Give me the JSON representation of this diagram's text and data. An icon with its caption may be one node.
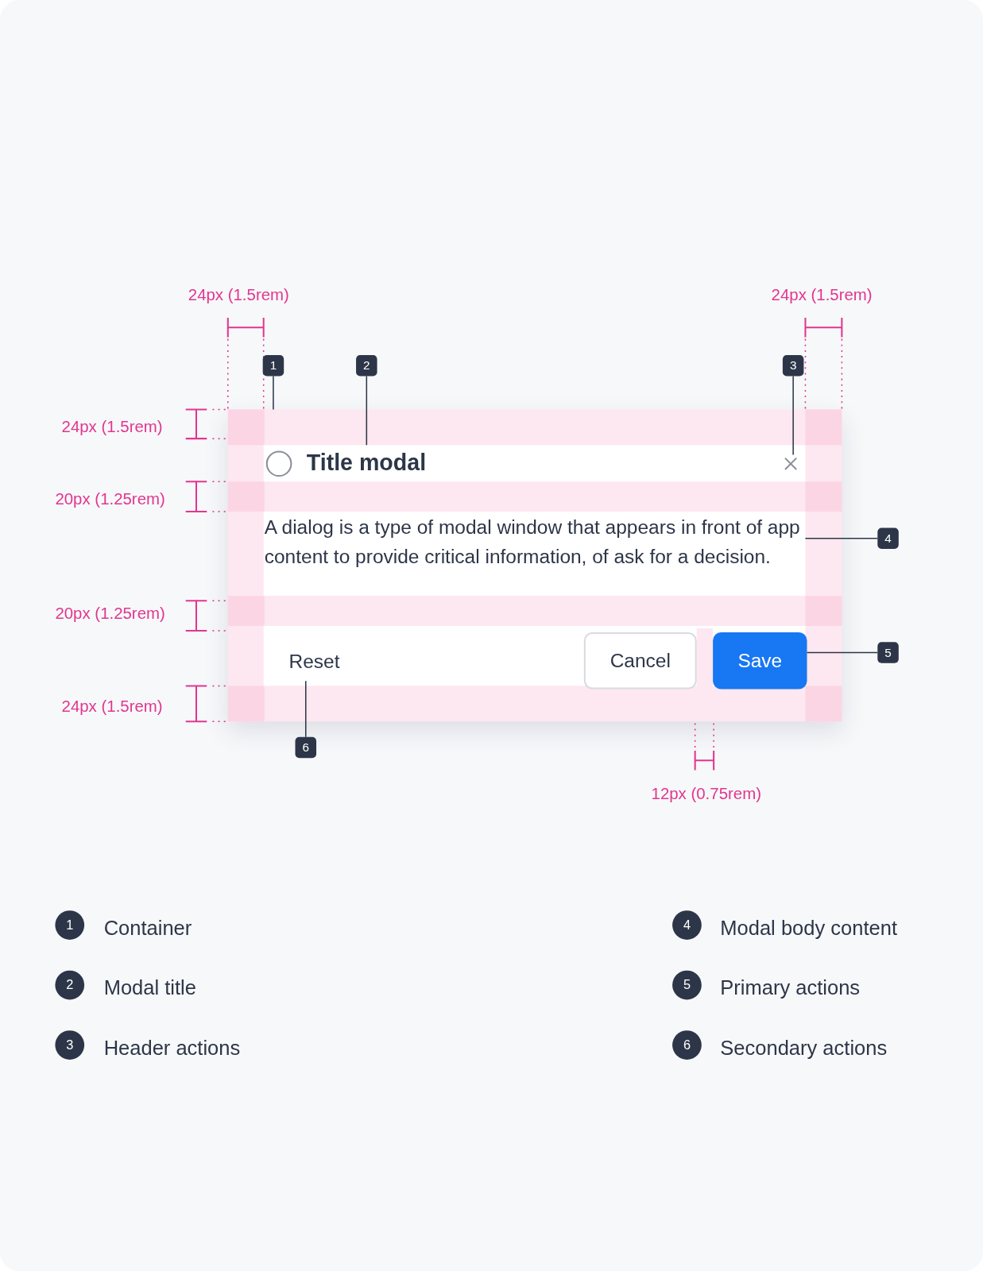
{
  "diagram": {
    "nodes": [
      {
        "text": [],
        "shape": "box"
      },
      {
        "text": [
          "Title modal"
        ],
        "in": 0
      },
      {
        "text": [],
        "shape": "picture",
        "in": 1
      },
      {
        "text": [
          "A dialog is a type of modal window that appears in front of app content to provide critical information, of ask for a decision."
        ],
        "in": 0
      },
      {
        "text": [
          "Reset"
        ],
        "in": 0
      },
      {
        "text": [
          "Cancel"
        ],
        "in": 0
      },
      {
        "text": [
          "Save"
        ],
        "in": 0
      },
      {
        "text": [
          "1"
        ]
      },
      {
        "text": [
          "2"
        ]
      },
      {
        "text": [
          "3"
        ]
      },
      {
        "text": [
          "4"
        ]
      },
      {
        "text": [
          "5"
        ]
      },
      {
        "text": [
          "6"
        ]
      }
    ],
    "edges": [
      {
        "from": 7,
        "to": 0,
        "arrow": "none"
      },
      {
        "from": 8,
        "to": 1,
        "arrow": "none"
      },
      {
        "from": 9,
        "to": 2,
        "arrow": "none"
      },
      {
        "from": 10,
        "to": 3,
        "arrow": "none"
      },
      {
        "from": 11,
        "to": 6,
        "arrow": "none"
      },
      {
        "from": 12,
        "to": 4,
        "arrow": "none"
      }
    ],
    "labels": [
      "24px (1.5rem)",
      "24px (1.5rem)",
      "24px (1.5rem)",
      "20px (1.25rem)",
      "20px (1.25rem)",
      "24px (1.5rem)",
      "12px (0.75rem)",
      "1",
      "Container",
      "4",
      "Modal body content",
      "2",
      "Modal title",
      "5",
      "Primary actions",
      "3",
      "Header actions",
      "6",
      "Secondary actions"
    ]
  }
}
